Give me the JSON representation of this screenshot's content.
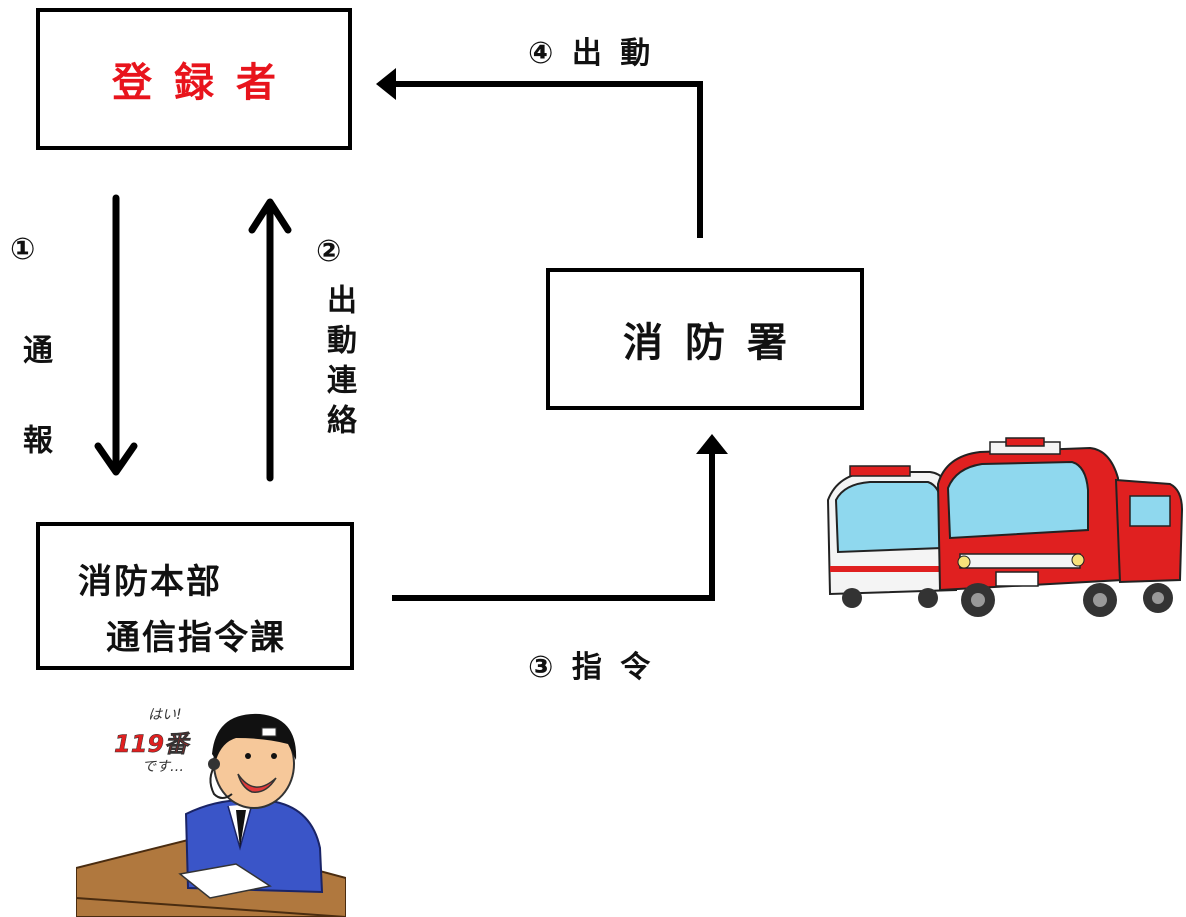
{
  "nodes": {
    "registrant": "登録者",
    "fire_station": "消防署",
    "hq_line1": "消防本部",
    "hq_line2": "通信指令課"
  },
  "steps": {
    "step1_num": "①",
    "step1_text": "通報",
    "step2_num": "②",
    "step2_text": "出動連絡",
    "step3": "③ 指 令",
    "step4": "④ 出 動"
  },
  "illustrations": {
    "operator_speech_line1": "はい!",
    "operator_speech_line2": "119番",
    "operator_speech_line3": "です…"
  },
  "colors": {
    "registrant_text": "#e8141c",
    "fire_engine": "#e02020",
    "operator_suit": "#3a55c8"
  }
}
